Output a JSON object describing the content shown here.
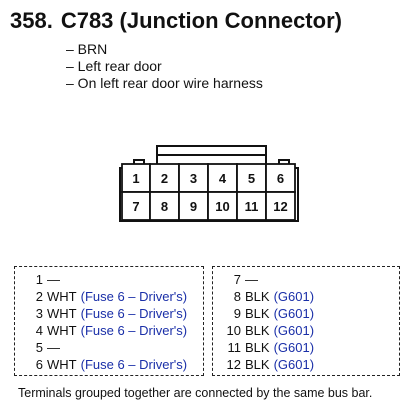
{
  "header": {
    "number": "358.",
    "title": "C783 (Junction Connector)"
  },
  "info": [
    "– BRN",
    "– Left rear door",
    "– On left rear door wire harness"
  ],
  "connector": {
    "top_row": [
      "1",
      "2",
      "3",
      "4",
      "5",
      "6"
    ],
    "bottom_row": [
      "7",
      "8",
      "9",
      "10",
      "11",
      "12"
    ]
  },
  "pinout": {
    "left": [
      {
        "pin": "1",
        "color": "—",
        "dest": ""
      },
      {
        "pin": "2",
        "color": "WHT",
        "dest": "(Fuse 6 – Driver's)"
      },
      {
        "pin": "3",
        "color": "WHT",
        "dest": "(Fuse 6 – Driver's)"
      },
      {
        "pin": "4",
        "color": "WHT",
        "dest": "(Fuse 6 – Driver's)"
      },
      {
        "pin": "5",
        "color": "—",
        "dest": ""
      },
      {
        "pin": "6",
        "color": "WHT",
        "dest": "(Fuse 6 – Driver's)"
      }
    ],
    "right": [
      {
        "pin": "7",
        "color": "—",
        "dest": ""
      },
      {
        "pin": "8",
        "color": "BLK",
        "dest": "(G601)"
      },
      {
        "pin": "9",
        "color": "BLK",
        "dest": "(G601)"
      },
      {
        "pin": "10",
        "color": "BLK",
        "dest": "(G601)"
      },
      {
        "pin": "11",
        "color": "BLK",
        "dest": "(G601)"
      },
      {
        "pin": "12",
        "color": "BLK",
        "dest": "(G601)"
      }
    ]
  },
  "footnote": "Terminals grouped together are connected by the same bus bar.",
  "colors": {
    "link": "#1a2fa8",
    "text": "#111111"
  }
}
